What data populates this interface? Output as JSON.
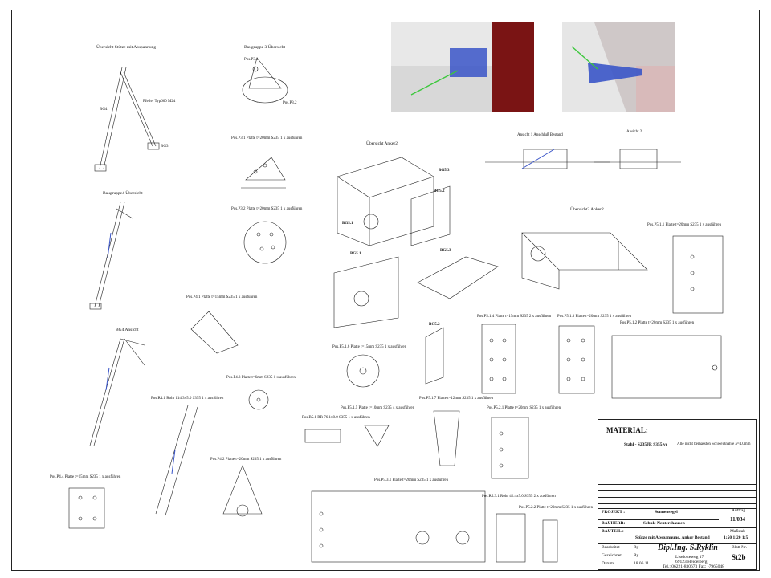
{
  "views": {
    "v1": "Übersicht Stütze mit Abspannung",
    "v1_bg4": "BG4",
    "v1_bg3": "BG3",
    "v1_pfosten": "Pfeiler Typ660 M24",
    "v2": "Baugruppe 3 Übersicht",
    "v2_p1": "Pos.P3.1",
    "v2_p2": "Pos.P3.2",
    "v3": "Baugruppe4 Übersicht",
    "v4": "BG4 Ansicht",
    "p31": "Pos.P3.1 Platte t=20mm S235 1 x ausführen",
    "p32": "Pos.P3.2 Platte t=20mm S235 1 x ausführen",
    "p41": "Pos.P4.1 Platte t=15mm S235 1 x ausführen",
    "p43": "Pos.P4.3 Platte t=6mm S235 1 x ausführen",
    "r41": "Pos.R4.1 Rohr 114.3x5.0 S355 1 x ausführen",
    "p42": "Pos.P4.2 Platte t=20mm S235 1 x ausführen",
    "p44": "Pos.P4.4 Platte t=15mm S235 1 x ausführen",
    "ueb_anker2": "Übersicht Anker2",
    "bg53": "BG5.3",
    "bg52": "BG5.2",
    "bg51": "BG5.1",
    "p516": "Pos.P5.1.6 Platte t=15mm S235 1 x ausführen",
    "p515": "Pos.P5.1.5 Platte t=10mm S235 4 x ausführen",
    "r51": "Pos.R5.1 RR 76.1x8.0 S355 1 x ausführen",
    "p517": "Pos.P5.1.7 Platte t=12mm S235 1 x ausführen",
    "p531": "Pos.P5.3.1 Platte t=20mm S235 1 x ausführen",
    "ansicht1": "Ansicht 1 Anschluß Bestand",
    "ansicht2": "Ansicht 2",
    "ueb_anker2b": "Übersicht2 Anker2",
    "p511": "Pos.P5.1.1 Platte t=20mm S235 1 x ausführen",
    "p514": "Pos.P5.1.4 Platte t=15mm S235 2 x ausführen",
    "p513": "Pos.P5.1.3 Platte t=20mm S235 1 x ausführen",
    "p512": "Pos.P5.1.2 Platte t=20mm S235 1 x ausführen",
    "p521": "Pos.P5.2.1 Platte t=20mm S235 1 x ausführen",
    "r531": "Pos.R5.3.1 Rohr 42.4x5.0 S355 2 x ausführen",
    "p522": "Pos.P5.2.2 Platte t=20mm S235 1 x ausführen"
  },
  "title_block": {
    "material_heading": "MATERIAL:",
    "steel_label": "Stahl  -  S235JR S355 ve",
    "weld_note": "Alle nicht bemassten Schweißnähte a=4.0mm",
    "projekt_label": "PROJEKT :",
    "projekt_value": "Sonnensegel",
    "auftrag_label": "Auftrag",
    "auftrag_value": "11/034",
    "bauherr_label": "BAUHERR:",
    "bauherr_value": "Schule Nentershausen",
    "bauteil_label": "BAUTEIL :",
    "bauteil_value": "Stütze mit Abspannung, Anker Bestand",
    "massstab_label": "Maßstab",
    "massstab_value": "1:50 1:20 1:5",
    "blatt_label": "Blatt Nr.",
    "blatt_value": "St2b",
    "bearbeitet_label": "Bearbeitet",
    "bearbeitet_value": "Ry",
    "gezeichnet_label": "Gezeichnet",
    "gezeichnet_value": "Ry",
    "datum_label": "Datum",
    "datum_value": "18.06.11",
    "company": "Dipl.Ing. S.Ryklin",
    "address1": "Liselotteweg 17",
    "address2": "69123 Heidelberg",
    "phone": "Tel.: 06221-830673  Fax: -7965048"
  },
  "colors": {
    "line": "#222222",
    "blue": "#3a55c8",
    "red": "#7a1414",
    "green": "#3cc83c",
    "gray": "#9a9a9a"
  }
}
